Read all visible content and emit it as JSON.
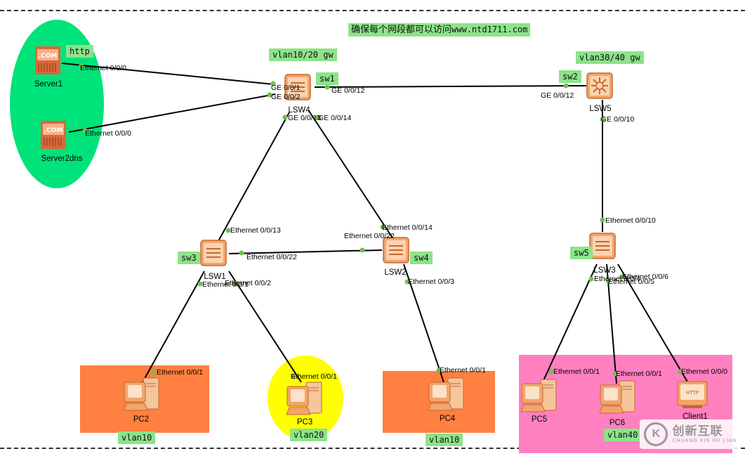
{
  "header": {
    "title_cn": "确保每个网段都可以访问",
    "title_url": "www.ntd1711.com"
  },
  "colors": {
    "server_zone": "#00e37a",
    "vlan10_zone": "#ff8040",
    "vlan20_zone": "#ffff00",
    "client_zone": "#ff80c0",
    "tag_bg": "#8de38a",
    "link": "#000000",
    "port_dot": "#70c050"
  },
  "devices": {
    "server1": {
      "name": "Server1",
      "badge": "http",
      "icon_text": ".COM"
    },
    "server2": {
      "name": "Server2dns",
      "icon_text": ".COM"
    },
    "lsw4": {
      "name": "LSW4",
      "tag": "sw1",
      "role": "vlan10/20 gw"
    },
    "lsw5": {
      "name": "LSW5",
      "tag": "sw2",
      "role": "vlan30/40 gw"
    },
    "lsw1": {
      "name": "LSW1",
      "tag": "sw3"
    },
    "lsw2": {
      "name": "LSW2",
      "tag": "sw4"
    },
    "lsw3": {
      "name": "LSW3",
      "tag": "sw5"
    },
    "pc2": {
      "name": "PC2",
      "vlan": "vlan10"
    },
    "pc3": {
      "name": "PC3",
      "vlan": "vlan20"
    },
    "pc4": {
      "name": "PC4",
      "vlan": "vlan10"
    },
    "pc5": {
      "name": "PC5"
    },
    "pc6": {
      "name": "PC6",
      "vlan": "vlan40"
    },
    "client1": {
      "name": "Client1",
      "icon_text": "HTTP"
    }
  },
  "ports": {
    "s1_eth": "Ethernet 0/0/0",
    "s2_eth": "Ethernet 0/0/0",
    "lsw4_ge1": "GE 0/0/1",
    "lsw4_ge2": "GE 0/0/2",
    "lsw4_ge12": "GE 0/0/12",
    "lsw4_ge13": "GE 0/0/13",
    "lsw4_ge14": "GE 0/0/14",
    "lsw5_ge12": "GE 0/0/12",
    "lsw5_ge10": "GE 0/0/10",
    "lsw1_e13": "Ethernet 0/0/13",
    "lsw1_e22": "Ethernet 0/0/22",
    "lsw1_e1": "Ethernet 0/0/1",
    "lsw1_e2": "Ethernet 0/0/2",
    "lsw2_e14": "Ethernet 0/0/14",
    "lsw2_e22": "Ethernet 0/0/22",
    "lsw2_e3": "Ethernet 0/0/3",
    "lsw3_e10": "Ethernet 0/0/10",
    "lsw3_e6": "Ethernet 0/0/6",
    "lsw3_e4": "Ethernet 0/0/4",
    "lsw3_e5": "Ethernet 0/0/5",
    "pc2_e": "Ethernet 0/0/1",
    "pc3_e": "Ethernet 0/0/1",
    "pc4_e": "Ethernet 0/0/1",
    "pc5_e": "Ethernet 0/0/1",
    "pc6_e": "Ethernet 0/0/1",
    "client1_e": "Ethernet 0/0/0"
  },
  "watermark": {
    "logo": "K",
    "cn": "创新互联",
    "en": "CHUANG XIN HU LIAN"
  }
}
